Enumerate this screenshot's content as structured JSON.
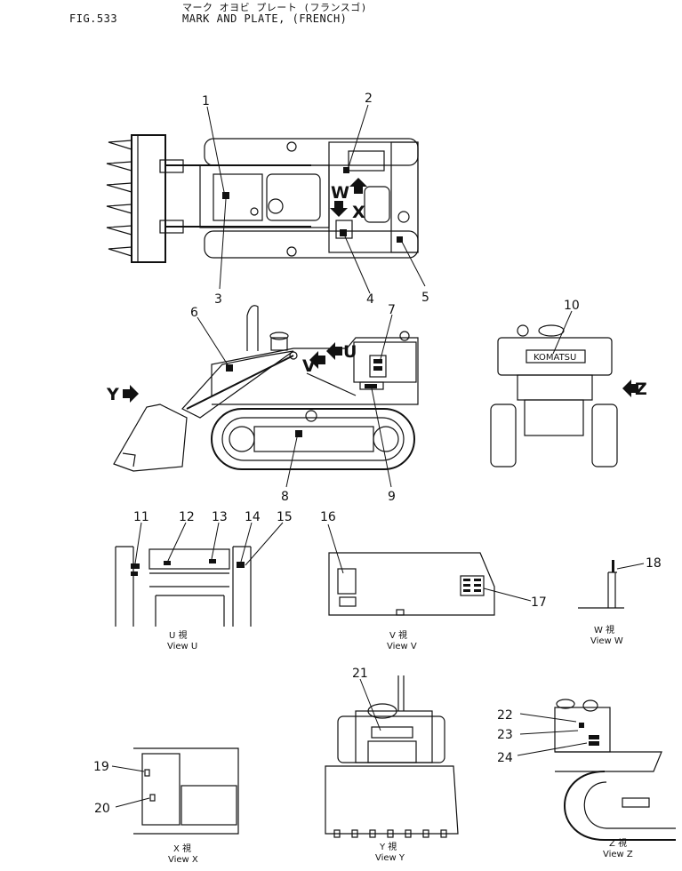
{
  "header": {
    "fig": "FIG.533",
    "title_jp": "マーク オヨビ プレート (フランスゴ)",
    "title": "MARK AND PLATE, (FRENCH)"
  },
  "callouts": [
    "1",
    "2",
    "3",
    "4",
    "5",
    "6",
    "7",
    "8",
    "9",
    "10",
    "11",
    "12",
    "13",
    "14",
    "15",
    "16",
    "17",
    "18",
    "19",
    "20",
    "21",
    "22",
    "23",
    "24"
  ],
  "view_letters": {
    "w": "W",
    "x": "X",
    "u": "U",
    "v": "V",
    "y": "Y",
    "z": "Z"
  },
  "plate_text": {
    "brand": "KOMATSU"
  },
  "views": {
    "u": {
      "jp": "U 視",
      "en": "View U"
    },
    "v": {
      "jp": "V 視",
      "en": "View V"
    },
    "w": {
      "jp": "W 視",
      "en": "View W"
    },
    "x": {
      "jp": "X 視",
      "en": "View X"
    },
    "y": {
      "jp": "Y 視",
      "en": "View Y"
    },
    "z": {
      "jp": "Z 視",
      "en": "View Z"
    }
  }
}
